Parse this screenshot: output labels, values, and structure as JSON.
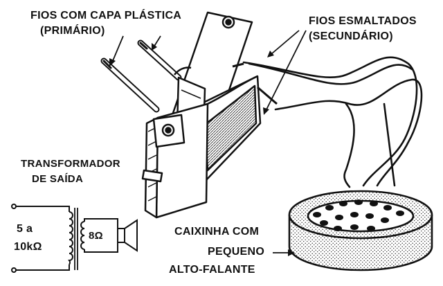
{
  "labels": {
    "primary_line1": "FIOS COM CAPA PLÁSTICA",
    "primary_line2": "(PRIMÁRIO)",
    "secondary_line1": "FIOS ESMALTADOS",
    "secondary_line2": "(SECUNDÁRIO)",
    "transformer_line1": "TRANSFORMADOR",
    "transformer_line2": "DE SAÍDA",
    "box_line1": "CAIXINHA COM",
    "box_line2": "PEQUENO",
    "box_line3": "ALTO-FALANTE"
  },
  "schematic": {
    "primary_value_1": "5 a",
    "primary_value_2": "10kΩ",
    "secondary_value": "8Ω"
  }
}
